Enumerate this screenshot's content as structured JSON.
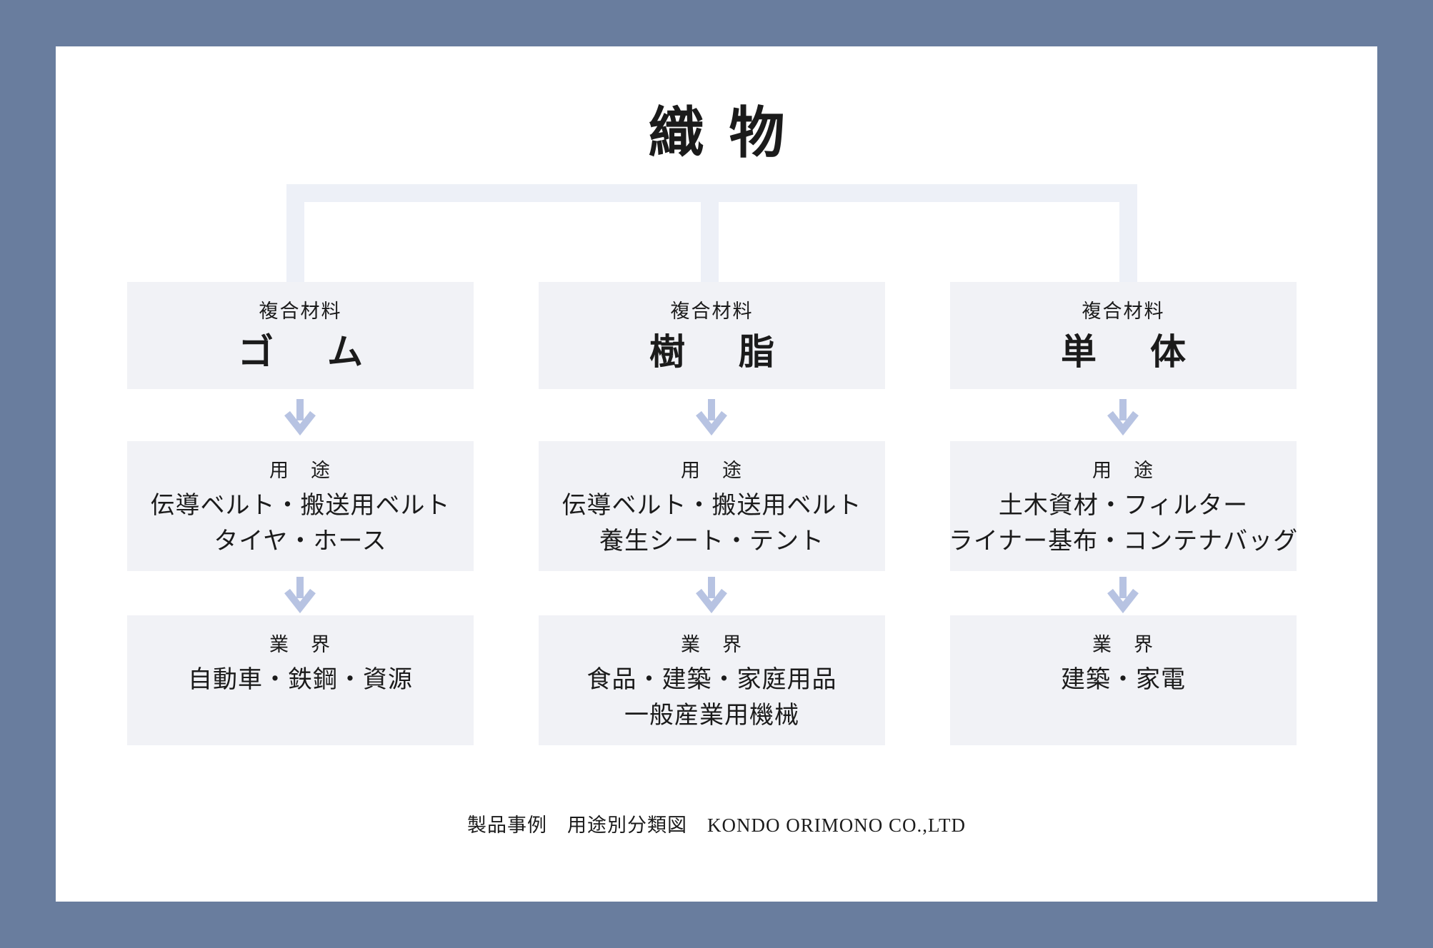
{
  "title": "織物",
  "columns": [
    {
      "material_label": "複合材料",
      "material_name": "ゴ　ム",
      "usage": {
        "label": "用　途",
        "lines": [
          "伝導ベルト・搬送用ベルト",
          "タイヤ・ホース"
        ]
      },
      "industry": {
        "label": "業　界",
        "lines": [
          "自動車・鉄鋼・資源"
        ]
      }
    },
    {
      "material_label": "複合材料",
      "material_name": "樹　脂",
      "usage": {
        "label": "用　途",
        "lines": [
          "伝導ベルト・搬送用ベルト",
          "養生シート・テント"
        ]
      },
      "industry": {
        "label": "業　界",
        "lines": [
          "食品・建築・家庭用品",
          "一般産業用機械"
        ]
      }
    },
    {
      "material_label": "複合材料",
      "material_name": "単　体",
      "usage": {
        "label": "用　途",
        "lines": [
          "土木資材・フィルター",
          "ライナー基布・コンテナバッグ"
        ]
      },
      "industry": {
        "label": "業　界",
        "lines": [
          "建築・家電"
        ]
      }
    }
  ],
  "footer": "製品事例　用途別分類図　KONDO ORIMONO CO.,LTD",
  "colors": {
    "frame": "#697d9e",
    "card": "#ffffff",
    "box": "#f1f2f6",
    "connector": "#edf0f7",
    "arrow": "#b7c3e2",
    "text": "#1b1b1b"
  }
}
